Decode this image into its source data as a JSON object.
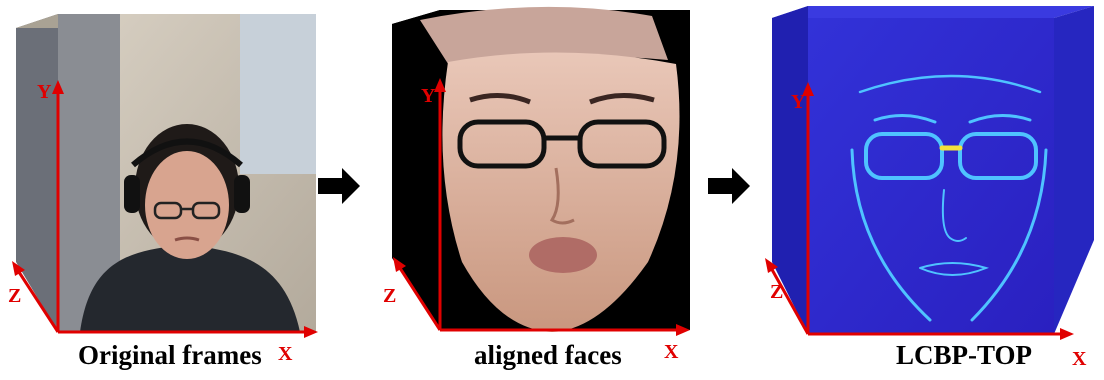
{
  "panels": [
    {
      "id": "original",
      "caption": "Original frames",
      "axes": {
        "x": "X",
        "y": "Y",
        "z": "Z"
      }
    },
    {
      "id": "aligned",
      "caption": "aligned faces",
      "axes": {
        "x": "X",
        "y": "Y",
        "z": "Z"
      }
    },
    {
      "id": "lcbp",
      "caption": "LCBP-TOP",
      "axes": {
        "x": "X",
        "y": "Y",
        "z": "Z"
      }
    }
  ],
  "colors": {
    "axis": "#e00000",
    "arrow": "#000000",
    "lcbp_background": "#2a2ad0",
    "lcbp_edges": "#4fc3ff"
  }
}
